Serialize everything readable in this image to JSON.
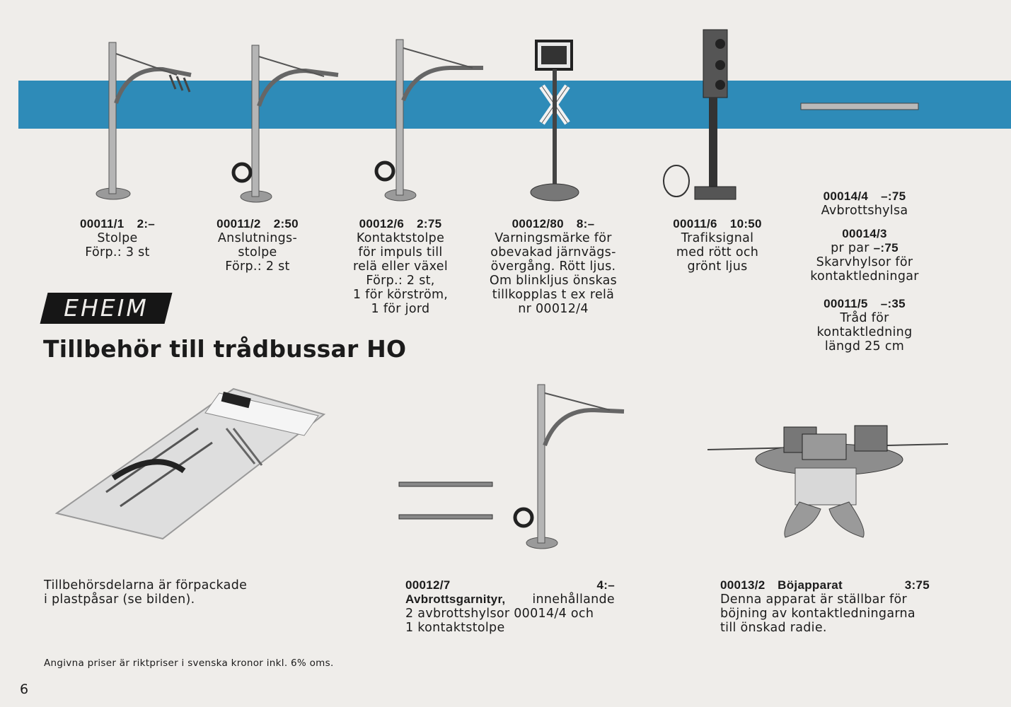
{
  "brand": "EHEIM",
  "headline": "Tillbehör till trådbussar HO",
  "products": [
    {
      "code": "00011/1",
      "price": "2:–",
      "lines": [
        "Stolpe",
        "Förp.: 3 st"
      ]
    },
    {
      "code": "00011/2",
      "price": "2:50",
      "lines": [
        "Anslutnings-",
        "stolpe",
        "Förp.: 2 st"
      ]
    },
    {
      "code": "00012/6",
      "price": "2:75",
      "lines": [
        "Kontaktstolpe",
        "för impuls till",
        "relä eller växel",
        "Förp.: 2 st,",
        "1 för körström,",
        "1 för jord"
      ]
    },
    {
      "code": "00012/80",
      "price": "8:–",
      "lines": [
        "Varningsmärke för",
        "obevakad järnvägs-",
        "övergång. Rött ljus.",
        "Om blinkljus önskas",
        "tillkopplas t ex relä",
        "nr 00012/4"
      ]
    },
    {
      "code": "00011/6",
      "price": "10:50",
      "lines": [
        "Trafiksignal",
        "med rött och",
        "grönt ljus"
      ]
    }
  ],
  "side_products": [
    {
      "code": "00014/4",
      "price": "–:75",
      "lines": [
        "Avbrottshylsa"
      ]
    },
    {
      "code": "00014/3",
      "price": "",
      "pre": "pr par",
      "pre_price": "–:75",
      "lines": [
        "Skarvhylsor för",
        "kontaktledningar"
      ]
    },
    {
      "code": "00011/5",
      "price": "–:35",
      "lines": [
        "Tråd för",
        "kontaktledning",
        "längd 25 cm"
      ]
    }
  ],
  "bottom": {
    "packaging_note": [
      "Tillbehörsdelarna är förpackade",
      "i plastpåsar (se bilden)."
    ],
    "set": {
      "code": "00012/7",
      "price": "4:–",
      "name": "Avbrottsgarnityr,",
      "tail": "innehållande",
      "lines": [
        "2 avbrottshylsor 00014/4 och",
        "1 kontaktstolpe"
      ]
    },
    "bender": {
      "code": "00013/2",
      "name": "Böjapparat",
      "price": "3:75",
      "lines": [
        "Denna apparat är ställbar för",
        "böjning av kontaktledningarna",
        "till önskad radie."
      ]
    }
  },
  "footnote": "Angivna priser är riktpriser i svenska kronor inkl. 6% oms.",
  "page_number": "6",
  "colors": {
    "band": "#2e8bb8",
    "paper": "#efedea",
    "ink": "#1b1b1b"
  }
}
